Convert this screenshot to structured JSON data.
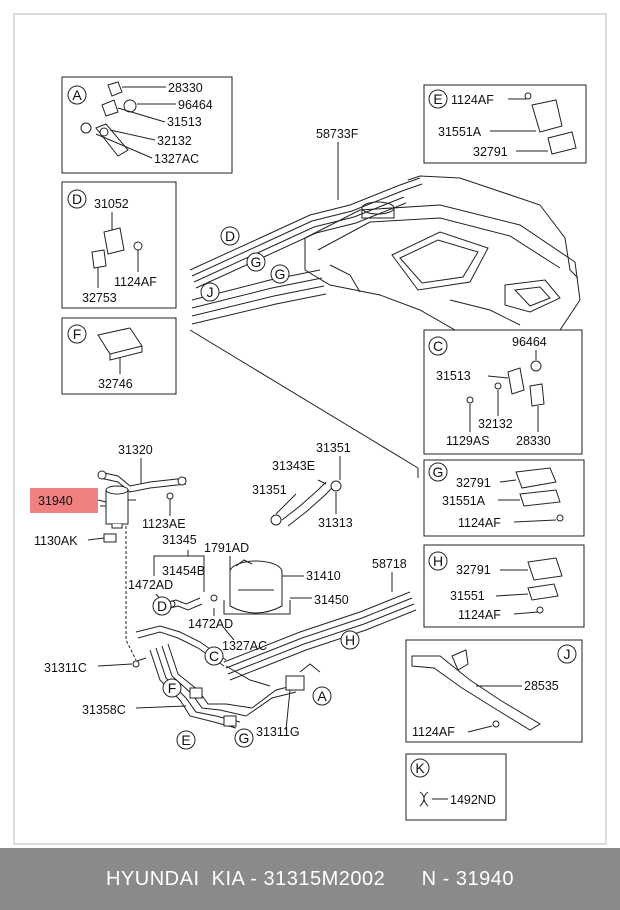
{
  "boxes": {
    "A": {
      "letter": "A",
      "parts": [
        "28330",
        "96464",
        "31513",
        "32132",
        "1327AC"
      ]
    },
    "D": {
      "letter": "D",
      "parts": [
        "31052",
        "1124AF",
        "32753"
      ]
    },
    "F": {
      "letter": "F",
      "parts": [
        "32746"
      ]
    },
    "E": {
      "letter": "E",
      "parts": [
        "1124AF",
        "31551A",
        "32791"
      ]
    },
    "C": {
      "letter": "C",
      "parts": [
        "96464",
        "31513",
        "32132",
        "1129AS",
        "28330"
      ]
    },
    "G": {
      "letter": "G",
      "parts": [
        "32791",
        "31551A",
        "1124AF"
      ]
    },
    "H": {
      "letter": "H",
      "parts": [
        "32791",
        "31551",
        "1124AF"
      ]
    },
    "J": {
      "letter": "J",
      "parts": [
        "28535",
        "1124AF"
      ]
    },
    "K": {
      "letter": "K",
      "parts": [
        "1492ND"
      ]
    }
  },
  "callouts": {
    "tank_line": "58733F",
    "line_58718": "58718",
    "p31320": "31320",
    "p31940": "31940",
    "p1130AK": "1130AK",
    "p1123AE": "1123AE",
    "p31345": "31345",
    "p1791AD": "1791AD",
    "p31454B": "31454B",
    "p1472AD_a": "1472AD",
    "p1472AD_b": "1472AD",
    "p31410": "31410",
    "p31450": "31450",
    "p1327AC": "1327AC",
    "p31351_a": "31351",
    "p31343E": "31343E",
    "p31351_b": "31351",
    "p31313": "31313",
    "p31311C": "31311C",
    "p31358C": "31358C",
    "p31311G": "31311G"
  },
  "markers": {
    "d_top": "D",
    "g_top1": "G",
    "g_top2": "G",
    "j_top": "J",
    "d_low": "D",
    "c_low": "C",
    "f_low": "F",
    "e_low": "E",
    "g_low": "G",
    "a_low": "A",
    "h_low": "H"
  },
  "highlight": {
    "color": "#f08080"
  },
  "footer": {
    "brand": "HYUNDAI  KIA - 31315M2002",
    "ref": "N - 31940"
  }
}
